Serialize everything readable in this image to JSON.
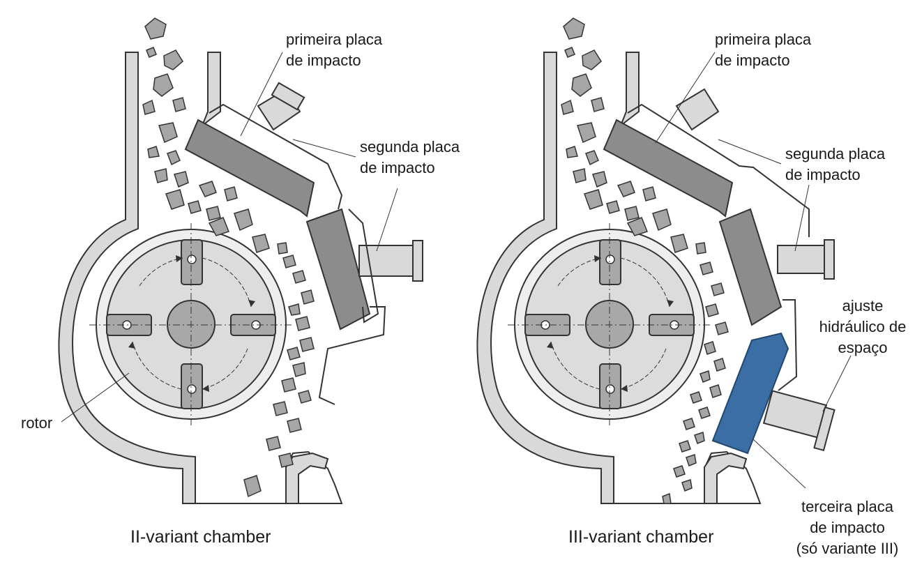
{
  "colors": {
    "housing_fill": "#d9d9d9",
    "plate_fill": "#8c8c8c",
    "highlight_plate_fill": "#3a6ea5",
    "rock_fill": "#a6a6a6",
    "outline": "#333333",
    "rotor_fill": "#dcdcdc",
    "hub_fill": "#a8a8a8"
  },
  "left_panel": {
    "caption": "II-variant chamber",
    "labels": {
      "first_plate": [
        "primeira placa",
        "de impacto"
      ],
      "second_plate": [
        "segunda placa",
        "de impacto"
      ],
      "rotor": "rotor"
    }
  },
  "right_panel": {
    "caption": "III-variant chamber",
    "labels": {
      "first_plate": [
        "primeira placa",
        "de impacto"
      ],
      "second_plate": [
        "segunda placa",
        "de impacto"
      ],
      "gap_adjust": [
        "ajuste",
        "hidráulico de",
        "espaço"
      ],
      "third_plate": [
        "terceira placa",
        "de impacto",
        "(só variante III)"
      ]
    }
  }
}
